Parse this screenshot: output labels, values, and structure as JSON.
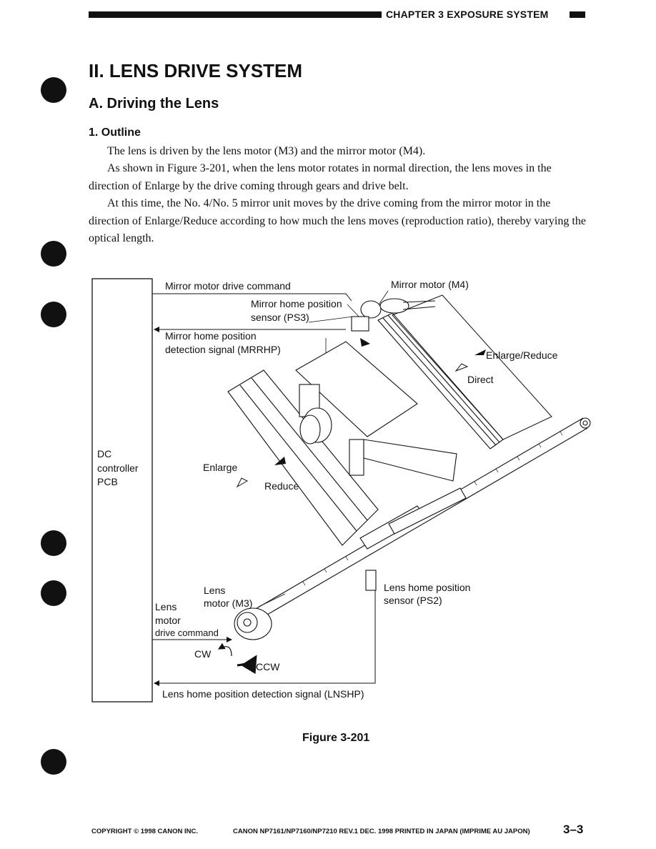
{
  "header": {
    "chapter": "CHAPTER 3  EXPOSURE SYSTEM"
  },
  "section": {
    "title": "II.  LENS DRIVE SYSTEM",
    "subtitle": "A.  Driving the Lens",
    "subsubtitle": "1.  Outline"
  },
  "paragraphs": [
    "The lens is driven by the lens motor (M3) and the mirror motor (M4).",
    "As shown in Figure 3-201, when the lens motor rotates in normal direction, the lens moves in the direction of Enlarge by the drive coming through gears and drive belt.",
    "At this time, the No. 4/No. 5 mirror unit moves by the drive coming from the mirror motor in the direction of Enlarge/Reduce according to how much the lens moves (reproduction ratio), thereby varying the optical length."
  ],
  "figure": {
    "labels": {
      "dc1": "DC",
      "dc2": "controller",
      "dc3": "PCB",
      "mirror_cmd": "Mirror motor drive command",
      "mirror_motor": "Mirror motor (M4)",
      "ps3_1": "Mirror home position",
      "ps3_2": "sensor (PS3)",
      "mrrhp_1": "Mirror home position",
      "mrrhp_2": "detection signal (MRRHP)",
      "enl_red": "Enlarge/Reduce",
      "direct": "Direct",
      "enlarge": "Enlarge",
      "reduce": "Reduce",
      "lens_m1": "Lens",
      "lens_m2": "motor (M3)",
      "lens_cmd1": "Lens",
      "lens_cmd2": "motor",
      "lens_cmd3": "drive command",
      "cw": "CW",
      "ccw": "CCW",
      "ps2_1": "Lens home position",
      "ps2_2": "sensor (PS2)",
      "lnshp": "Lens home position detection signal (LNSHP)"
    },
    "caption": "Figure 3-201"
  },
  "footer": {
    "copyright": "COPYRIGHT © 1998 CANON INC.",
    "model": "CANON NP7161/NP7160/NP7210 REV.1 DEC. 1998 PRINTED IN JAPAN (IMPRIME AU JAPON)",
    "page": "3–3"
  }
}
